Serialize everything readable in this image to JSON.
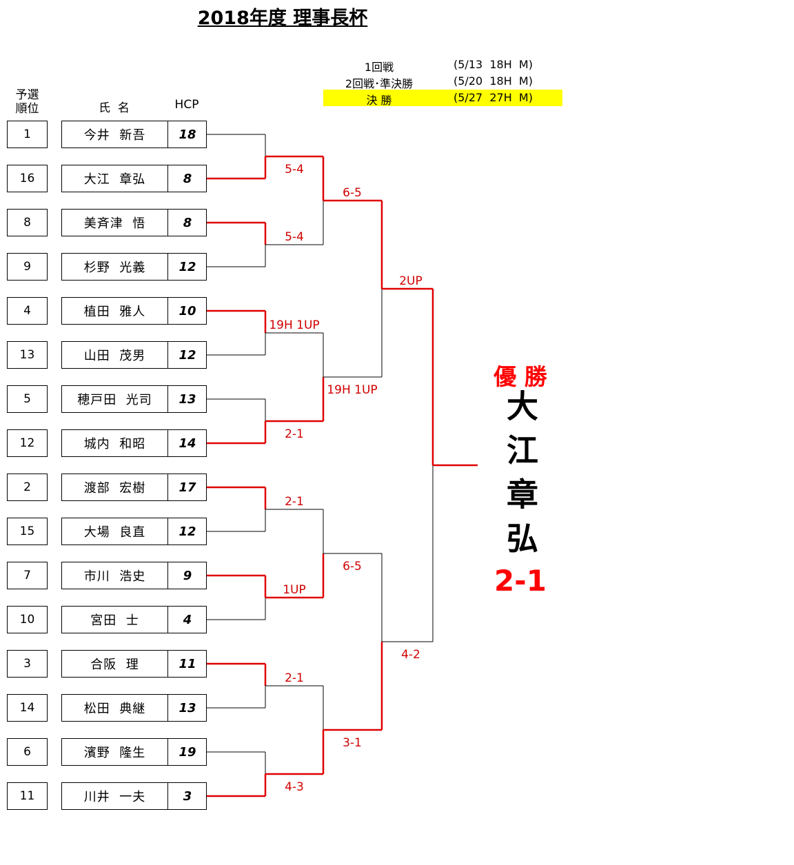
{
  "title": "2018年度 理事長杯",
  "schedule": [
    {
      "round": "1回戦",
      "date": "(5/13 18H M)",
      "highlight": false
    },
    {
      "round": "2回戦･準決勝",
      "date": "(5/20 18H M)",
      "highlight": false
    },
    {
      "round": "決 勝",
      "date": "(5/27 27H M)",
      "highlight": true
    }
  ],
  "headers": {
    "seed": "予選\n順位",
    "name": "氏  名",
    "hcp": "HCP"
  },
  "players": [
    {
      "seed": "1",
      "name": "今井  新吾",
      "hcp": "18"
    },
    {
      "seed": "16",
      "name": "大江  章弘",
      "hcp": "8"
    },
    {
      "seed": "8",
      "name": "美斉津  悟",
      "hcp": "8"
    },
    {
      "seed": "9",
      "name": "杉野  光義",
      "hcp": "12"
    },
    {
      "seed": "4",
      "name": "植田  雅人",
      "hcp": "10"
    },
    {
      "seed": "13",
      "name": "山田  茂男",
      "hcp": "12"
    },
    {
      "seed": "5",
      "name": "穂戸田  光司",
      "hcp": "13"
    },
    {
      "seed": "12",
      "name": "城内  和昭",
      "hcp": "14"
    },
    {
      "seed": "2",
      "name": "渡部  宏樹",
      "hcp": "17"
    },
    {
      "seed": "15",
      "name": "大場  良直",
      "hcp": "12"
    },
    {
      "seed": "7",
      "name": "市川  浩史",
      "hcp": "9"
    },
    {
      "seed": "10",
      "name": "宮田  士",
      "hcp": "4"
    },
    {
      "seed": "3",
      "name": "合阪  理",
      "hcp": "11"
    },
    {
      "seed": "14",
      "name": "松田  典継",
      "hcp": "13"
    },
    {
      "seed": "6",
      "name": "濱野  隆生",
      "hcp": "19"
    },
    {
      "seed": "11",
      "name": "川井  一夫",
      "hcp": "3"
    }
  ],
  "results": {
    "round1": [
      {
        "winner": 1,
        "score": "5-4"
      },
      {
        "winner": 0,
        "score": "5-4"
      },
      {
        "winner": 0,
        "score": "19H 1UP"
      },
      {
        "winner": 1,
        "score": "2-1"
      },
      {
        "winner": 0,
        "score": "2-1"
      },
      {
        "winner": 0,
        "score": "1UP"
      },
      {
        "winner": 0,
        "score": "2-1"
      },
      {
        "winner": 1,
        "score": "4-3"
      }
    ],
    "round2": [
      {
        "winner": 0,
        "score": "6-5"
      },
      {
        "winner": 1,
        "score": "19H 1UP"
      },
      {
        "winner": 1,
        "score": "6-5"
      },
      {
        "winner": 1,
        "score": "3-1"
      }
    ],
    "semifinal": [
      {
        "winner": 0,
        "score": "2UP"
      },
      {
        "winner": 1,
        "score": "4-2"
      }
    ],
    "final": {
      "winner": 0,
      "score": "2-1"
    }
  },
  "champion": {
    "label": "優 勝",
    "name": "大江章弘",
    "score": "2-1"
  },
  "colors": {
    "win": "#e00000",
    "lose": "#000000",
    "highlight": "#ffff00",
    "champion": "#ff0000"
  }
}
